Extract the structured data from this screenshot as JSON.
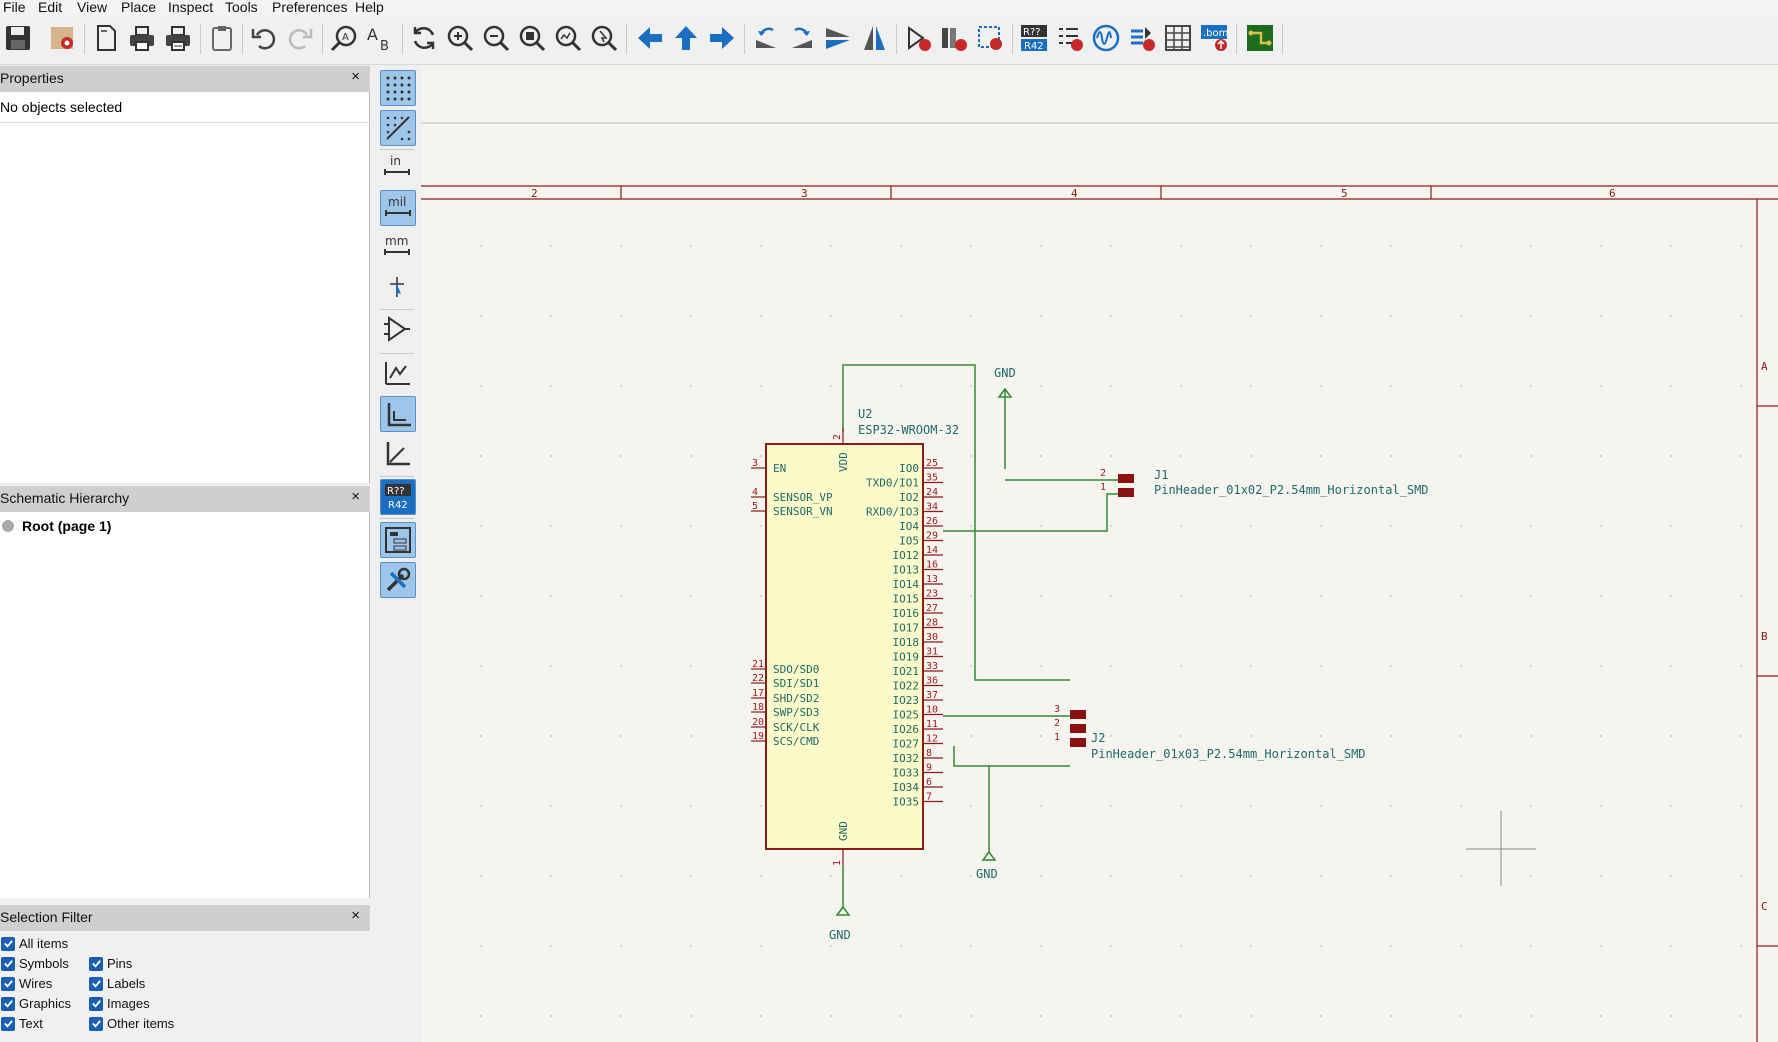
{
  "menu": [
    "File",
    "Edit",
    "View",
    "Place",
    "Inspect",
    "Tools",
    "Preferences",
    "Help"
  ],
  "properties": {
    "title": "Properties",
    "close": "×",
    "status": "No objects selected"
  },
  "hierarchy": {
    "title": "Schematic Hierarchy",
    "close": "×",
    "root": "Root (page 1)"
  },
  "selection_filter": {
    "title": "Selection Filter",
    "close": "×",
    "items": [
      {
        "label": "All items",
        "checked": true
      },
      {
        "label": "Symbols",
        "checked": true
      },
      {
        "label": "Pins",
        "checked": true
      },
      {
        "label": "Wires",
        "checked": true
      },
      {
        "label": "Labels",
        "checked": true
      },
      {
        "label": "Graphics",
        "checked": true
      },
      {
        "label": "Images",
        "checked": true
      },
      {
        "label": "Text",
        "checked": true
      },
      {
        "label": "Other items",
        "checked": true
      }
    ]
  },
  "units": {
    "inch": "in",
    "mil": "mil",
    "mm": "mm"
  },
  "annotate_icon_text": {
    "top": "R??",
    "bottom": "R42"
  },
  "bom_icon_text": ".bom",
  "sheet": {
    "columns": [
      "2",
      "3",
      "4",
      "5",
      "6"
    ],
    "rows": [
      "A",
      "B",
      "C"
    ]
  },
  "schematic": {
    "u2": {
      "ref": "U2",
      "value": "ESP32-WROOM-32",
      "left_pins": [
        {
          "num": "3",
          "name": "EN"
        },
        {
          "num": "4",
          "name": "SENSOR_VP"
        },
        {
          "num": "5",
          "name": "SENSOR_VN"
        },
        {
          "num": "21",
          "name": "SDO/SD0"
        },
        {
          "num": "22",
          "name": "SDI/SD1"
        },
        {
          "num": "17",
          "name": "SHD/SD2"
        },
        {
          "num": "18",
          "name": "SWP/SD3"
        },
        {
          "num": "20",
          "name": "SCK/CLK"
        },
        {
          "num": "19",
          "name": "SCS/CMD"
        }
      ],
      "right_pins": [
        {
          "num": "25",
          "name": "IO0"
        },
        {
          "num": "35",
          "name": "TXD0/IO1"
        },
        {
          "num": "24",
          "name": "IO2"
        },
        {
          "num": "34",
          "name": "RXD0/IO3"
        },
        {
          "num": "26",
          "name": "IO4"
        },
        {
          "num": "29",
          "name": "IO5"
        },
        {
          "num": "14",
          "name": "IO12"
        },
        {
          "num": "16",
          "name": "IO13"
        },
        {
          "num": "13",
          "name": "IO14"
        },
        {
          "num": "23",
          "name": "IO15"
        },
        {
          "num": "27",
          "name": "IO16"
        },
        {
          "num": "28",
          "name": "IO17"
        },
        {
          "num": "30",
          "name": "IO18"
        },
        {
          "num": "31",
          "name": "IO19"
        },
        {
          "num": "33",
          "name": "IO21"
        },
        {
          "num": "36",
          "name": "IO22"
        },
        {
          "num": "37",
          "name": "IO23"
        },
        {
          "num": "10",
          "name": "IO25"
        },
        {
          "num": "11",
          "name": "IO26"
        },
        {
          "num": "12",
          "name": "IO27"
        },
        {
          "num": "8",
          "name": "IO32"
        },
        {
          "num": "9",
          "name": "IO33"
        },
        {
          "num": "6",
          "name": "IO34"
        },
        {
          "num": "7",
          "name": "IO35"
        }
      ],
      "vdd": {
        "num": "2",
        "name": "VDD"
      },
      "gnd": {
        "num": "1",
        "name": "GND"
      }
    },
    "j1": {
      "ref": "J1",
      "value": "PinHeader_01x02_P2.54mm_Horizontal_SMD",
      "pins": [
        "2",
        "1"
      ]
    },
    "j2": {
      "ref": "J2",
      "value": "PinHeader_01x03_P2.54mm_Horizontal_SMD",
      "pins": [
        "3",
        "2",
        "1"
      ]
    },
    "gnd_label": "GND"
  },
  "colors": {
    "wire": "#2e8b2e",
    "symbol_body": "#fbfbc9",
    "symbol_outline": "#8b1a1a",
    "pin_number": "#a01d1d",
    "label": "#1f6b6b",
    "sheet_border": "#8b1a1a",
    "accent": "#1b5fb4"
  }
}
